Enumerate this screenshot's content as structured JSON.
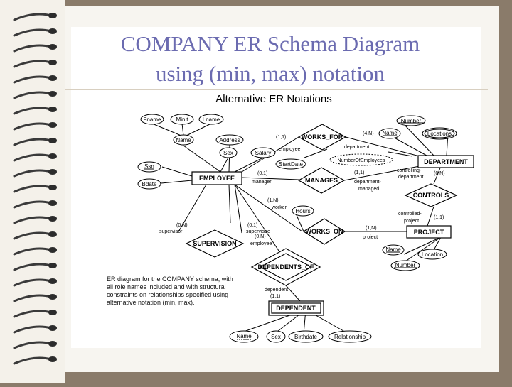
{
  "slide": {
    "title_line1": "COMPANY ER Schema Diagram",
    "title_line2": "using (min, max) notation",
    "figure_heading": "Alternative ER Notations",
    "caption_lines": [
      "ER diagram for the COMPANY schema, with",
      "all role names included and with structural",
      "constraints on relationships specified using",
      "alternative notation (min, max)."
    ]
  },
  "diagram": {
    "entities": {
      "employee": "EMPLOYEE",
      "department": "DEPARTMENT",
      "project": "PROJECT",
      "dependent": "DEPENDENT"
    },
    "relationships": {
      "works_for": "WORKS_FOR",
      "manages": "MANAGES",
      "controls": "CONTROLS",
      "works_on": "WORKS_ON",
      "supervision": "SUPERVISION",
      "dependents_of": "DEPENDENTS_OF"
    },
    "attributes": {
      "fname": "Fname",
      "minit": "Minit",
      "lname": "Lname",
      "name_emp": "Name",
      "address": "Address",
      "sex_emp": "Sex",
      "salary": "Salary",
      "ssn": "Ssn",
      "bdate": "Bdate",
      "startdate": "StartDate",
      "hours": "Hours",
      "number_dept": "Number",
      "name_dept": "Name",
      "locations": "Locations",
      "num_employees": "NumberOfEmployees",
      "name_proj": "Name",
      "location": "Location",
      "number_proj": "Number",
      "name_dep": "Name",
      "sex_dep": "Sex",
      "birthdate": "Birthdate",
      "relationship": "Relationship"
    },
    "labels": {
      "wf_emp_card": "(1,1)",
      "wf_emp_role": "employee",
      "wf_dept_card": "(4,N)",
      "wf_dept_role": "department",
      "mg_emp_card": "(0,1)",
      "mg_emp_role": "manager",
      "mg_dept_card": "(1,1)",
      "mg_dept_role1": "department-",
      "mg_dept_role2": "managed",
      "ct_dept_role1": "controlling-",
      "ct_dept_role2": "department",
      "ct_dept_card": "(0,N)",
      "ct_proj_role1": "controlled-",
      "ct_proj_role2": "project",
      "ct_proj_card": "(1,1)",
      "wo_emp_card": "(1,N)",
      "wo_emp_role": "worker",
      "wo_proj_card": "(1,N)",
      "wo_proj_role": "project",
      "sv_sup_card": "(0,N)",
      "sv_sup_role": "supervisor",
      "sv_sub_card": "(0,1)",
      "sv_sub_role": "supervisee",
      "do_emp_card": "(0,N)",
      "do_emp_role": "employee",
      "do_dep_role": "dependent",
      "do_dep_card": "(1,1)"
    }
  }
}
